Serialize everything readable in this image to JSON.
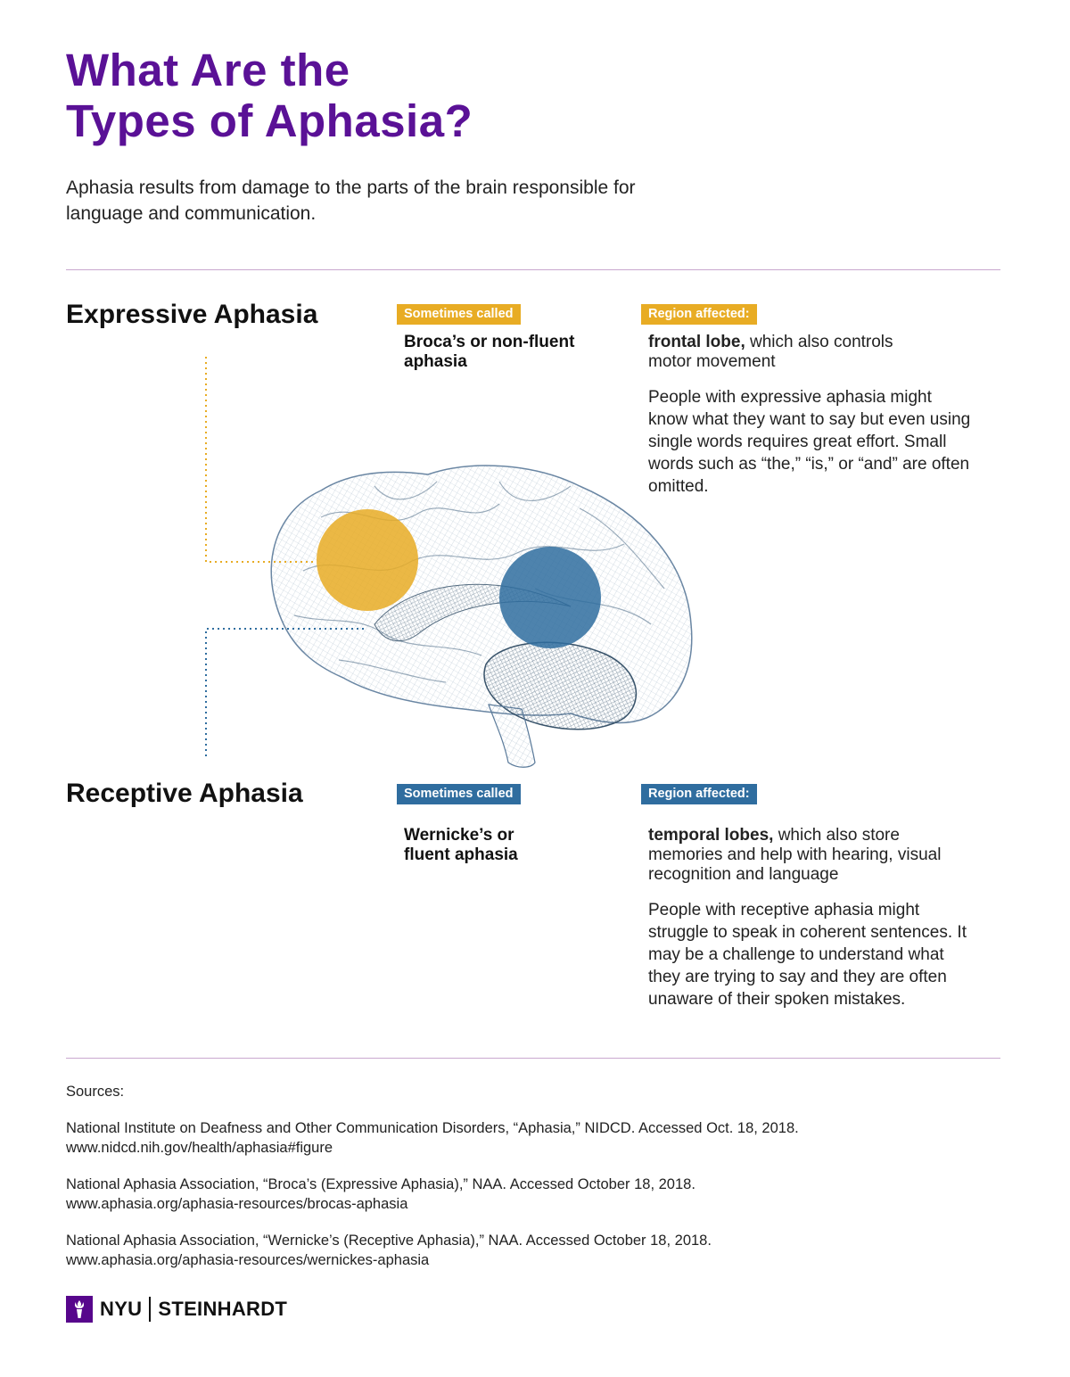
{
  "header": {
    "title_line1": "What Are the",
    "title_line2": "Types of Aphasia?",
    "subtitle": "Aphasia results from damage to the parts of the brain responsible for language and communication."
  },
  "expressive": {
    "heading": "Expressive Aphasia",
    "tag_called": "Sometimes called",
    "called_text": "Broca’s or non-fluent aphasia",
    "tag_region": "Region affected:",
    "region_bold": "frontal lobe,",
    "region_rest": " which also controls motor movement",
    "description": "People with expressive aphasia might know what they want to say but even using single words requires great effort. Small words such as “the,” “is,” or “and” are often omitted."
  },
  "receptive": {
    "heading": "Receptive Aphasia",
    "tag_called": "Sometimes called",
    "called_text": "Wernicke’s or fluent aphasia",
    "tag_region": "Region affected:",
    "region_bold": "temporal lobes,",
    "region_rest": " which also store memories and help with hearing, visual recognition and language",
    "description": "People with receptive aphasia might struggle to speak in coherent sentences. It may be a challenge to understand what they are trying to say and they are often unaware of their spoken mistakes."
  },
  "sources": {
    "heading": "Sources:",
    "items": [
      {
        "citation": "National Institute on Deafness and Other Communication Disorders, “Aphasia,” NIDCD. Accessed Oct. 18, 2018.",
        "url": "www.nidcd.nih.gov/health/aphasia#figure"
      },
      {
        "citation": "National Aphasia Association, “Broca’s (Expressive Aphasia),” NAA. Accessed October 18, 2018.",
        "url": "www.aphasia.org/aphasia-resources/brocas-aphasia"
      },
      {
        "citation": "National Aphasia Association, “Wernicke’s (Receptive Aphasia),” NAA. Accessed October 18, 2018.",
        "url": "www.aphasia.org/aphasia-resources/wernickes-aphasia"
      }
    ]
  },
  "logo": {
    "left": "NYU",
    "right": "STEINHARDT"
  },
  "colors": {
    "title_purple": "#5a1196",
    "expressive_yellow": "#e8ac24",
    "receptive_blue": "#2f6d9f",
    "brain_mesh": "#5a7a9a",
    "rule": "#c9a8cf",
    "nyu_purple": "#57068c"
  },
  "icons": [
    "nyu-torch-icon",
    "brain-illustration"
  ]
}
